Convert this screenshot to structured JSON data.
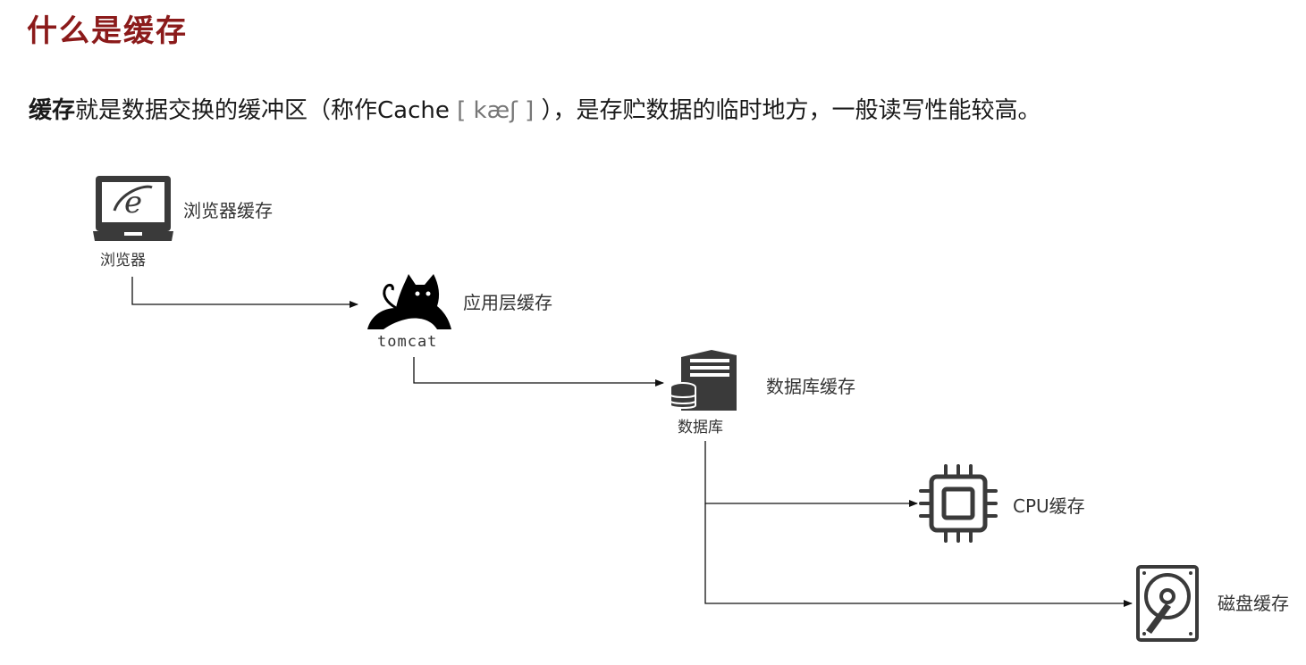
{
  "title": "什么是缓存",
  "intro": {
    "bold": "缓存",
    "text_before_phonetic": "就是数据交换的缓冲区（称作Cache",
    "phonetic": " [ kæʃ ] ",
    "text_after_phonetic": "），是存贮数据的临时地方，一般读写性能较高。"
  },
  "nodes": {
    "browser": {
      "icon": "laptop-browser-icon",
      "caption": "浏览器",
      "label": "浏览器缓存"
    },
    "tomcat": {
      "icon": "tomcat-cat-icon",
      "caption": "tomcat",
      "label": "应用层缓存"
    },
    "database": {
      "icon": "database-server-icon",
      "caption": "数据库",
      "label": "数据库缓存"
    },
    "cpu": {
      "icon": "cpu-chip-icon",
      "label": "CPU缓存"
    },
    "disk": {
      "icon": "hard-disk-icon",
      "label": "磁盘缓存"
    }
  },
  "colors": {
    "title": "#8b1a1a",
    "icon": "#3a3a3a",
    "line": "#111111"
  }
}
